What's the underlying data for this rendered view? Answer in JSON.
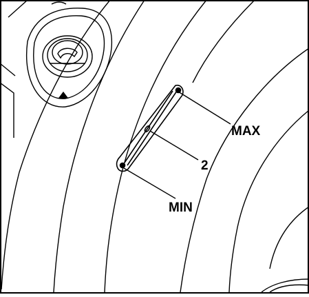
{
  "labels": {
    "max": "MAX",
    "mid": "2",
    "min": "MIN"
  },
  "colors": {
    "line": "#000000",
    "background": "#ffffff"
  }
}
